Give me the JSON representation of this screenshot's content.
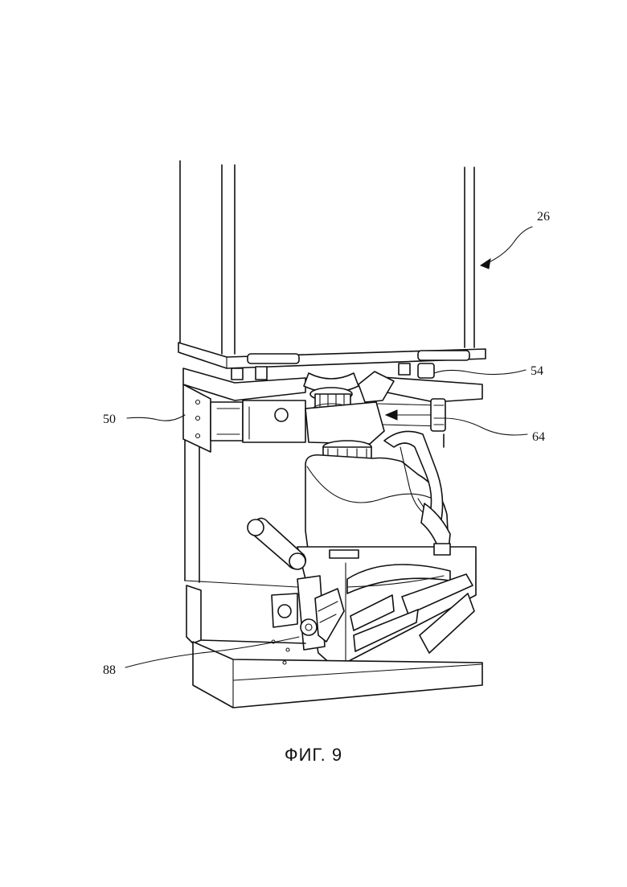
{
  "reference_labels": {
    "assembly": "26",
    "connector": "54",
    "bracket": "50",
    "arm": "64",
    "clamp": "88"
  },
  "figure_caption": "ФИГ. 9"
}
